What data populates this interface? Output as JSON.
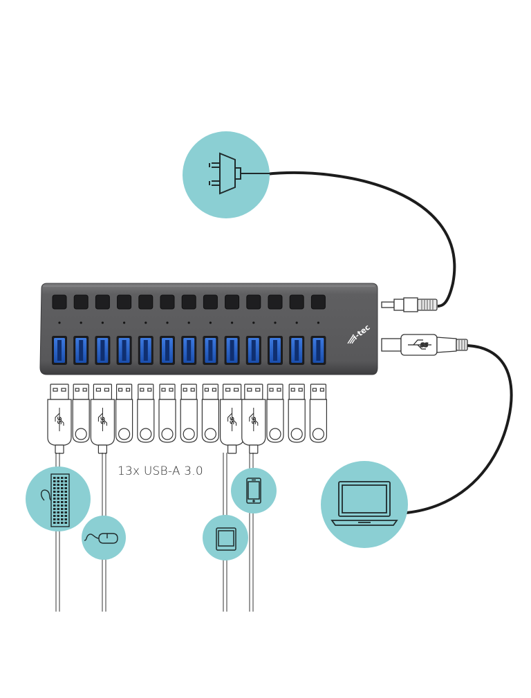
{
  "brand": "i-tec",
  "caption": "13x USB-A 3.0",
  "usb_logo_text": "SS",
  "ports": {
    "count": 13
  },
  "colors": {
    "teal": "#8bcfd3",
    "hub_body": "#5d5d5f",
    "hub_port_blue": "#2a62c9",
    "cable": "#1c1c1c"
  },
  "icons": {
    "power": "power-plug-icon",
    "laptop": "laptop-icon",
    "keyboard": "keyboard-icon",
    "mouse": "mouse-icon",
    "tablet": "tablet-icon",
    "phone": "smartphone-icon"
  }
}
